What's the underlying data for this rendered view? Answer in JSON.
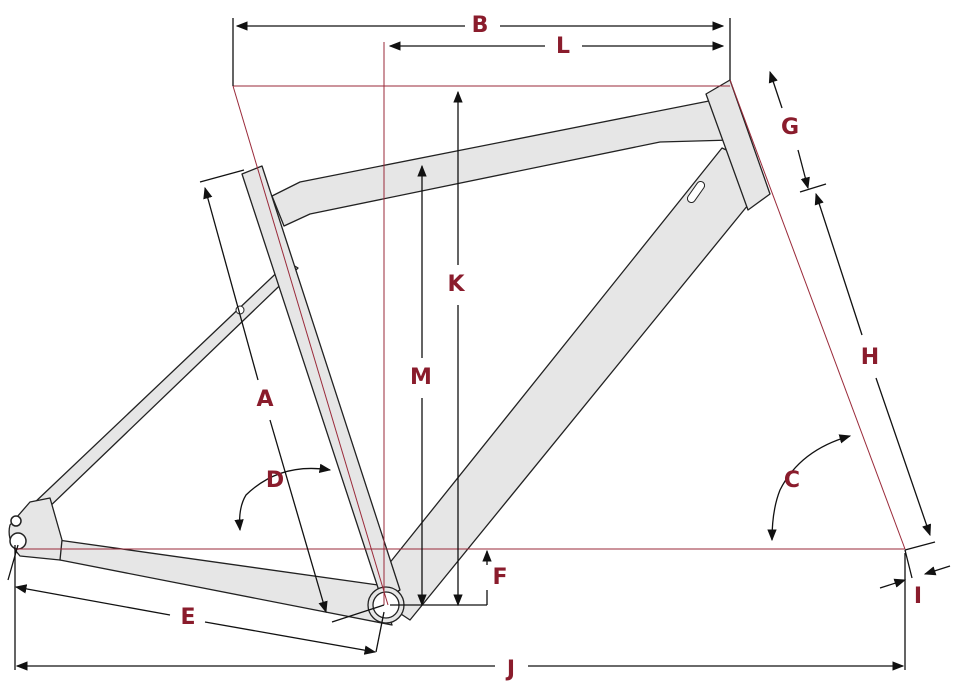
{
  "diagram": {
    "title_hidden": null,
    "accent_color": "#8a1c2c",
    "frame_color": "#e6e6e6",
    "labels": {
      "A": "A",
      "B": "B",
      "C": "C",
      "D": "D",
      "E": "E",
      "F": "F",
      "G": "G",
      "H": "H",
      "I": "I",
      "J": "J",
      "K": "K",
      "L": "L",
      "M": "M"
    }
  }
}
